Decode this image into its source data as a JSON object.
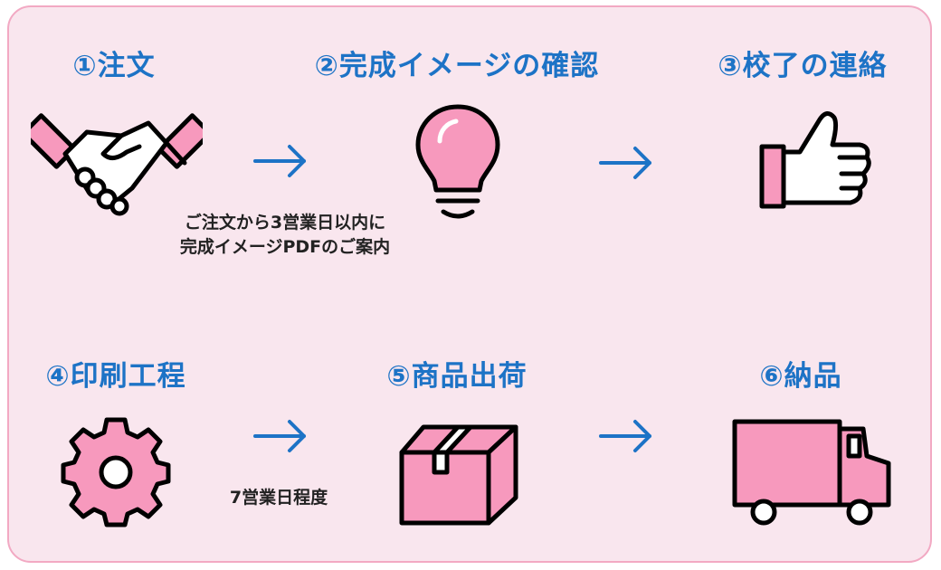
{
  "colors": {
    "background": "#f9e6ee",
    "border": "#f2a9c3",
    "title": "#1d73c6",
    "arrow": "#1d73c6",
    "icon_fill": "#f799bd",
    "icon_stroke": "#000000",
    "note_text": "#222222"
  },
  "steps": [
    {
      "title": "①注文",
      "icon": "handshake-icon"
    },
    {
      "title": "②完成イメージの確認",
      "icon": "lightbulb-icon"
    },
    {
      "title": "③校了の連絡",
      "icon": "thumbs-up-icon"
    },
    {
      "title": "④印刷工程",
      "icon": "gear-icon"
    },
    {
      "title": "⑤商品出荷",
      "icon": "box-icon"
    },
    {
      "title": "⑥納品",
      "icon": "truck-icon"
    }
  ],
  "notes": {
    "order_line1": "ご注文から3営業日以内に",
    "order_line2": "完成イメージPDFのご案内",
    "printing": "7営業日程度"
  },
  "arrows": [
    "→",
    "→",
    "→",
    "→"
  ]
}
